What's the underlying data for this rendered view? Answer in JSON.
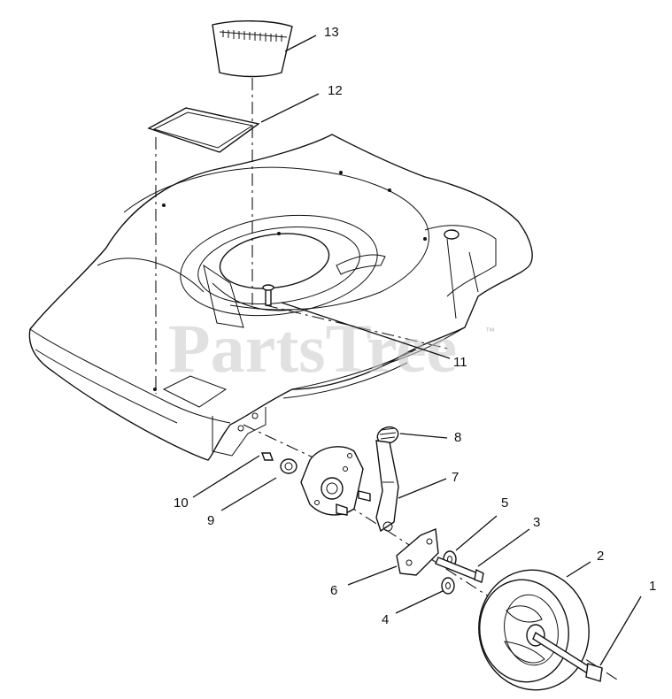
{
  "watermark": {
    "text": "PartsTree",
    "mark": "™"
  },
  "callouts": [
    "1",
    "2",
    "3",
    "4",
    "5",
    "6",
    "7",
    "8",
    "9",
    "10",
    "11",
    "12",
    "13"
  ]
}
